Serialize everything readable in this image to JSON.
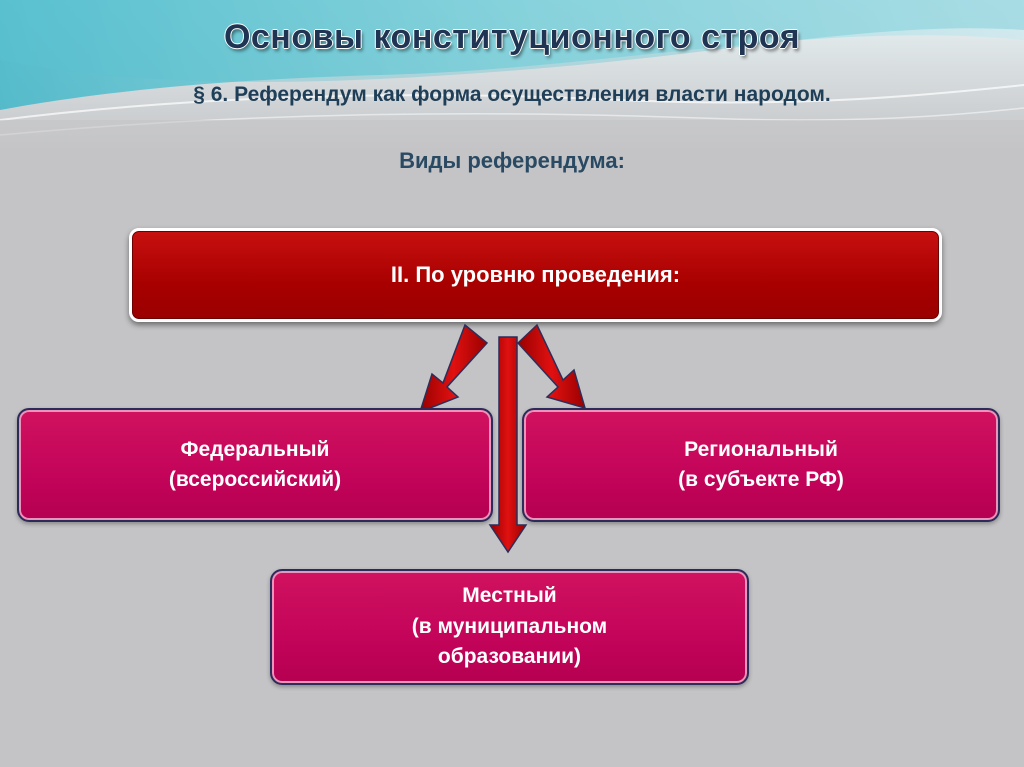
{
  "header": {
    "title": "Основы конституционного строя",
    "subtitle": "§ 6. Референдум как форма осуществления власти народом.",
    "section_heading": "Виды референдума:"
  },
  "diagram": {
    "main": "II. По уровню проведения:",
    "federal": "Федеральный\n(всероссийский)",
    "regional": "Региональный\n(в субъекте РФ)",
    "local": "Местный\n(в муниципальном\nобразовании)"
  },
  "colors": {
    "background": "#c4c4c6",
    "main_box": "#b00000",
    "sub_boxes": "#c3045a",
    "arrows": "#c00000",
    "title": "#1f3553"
  }
}
